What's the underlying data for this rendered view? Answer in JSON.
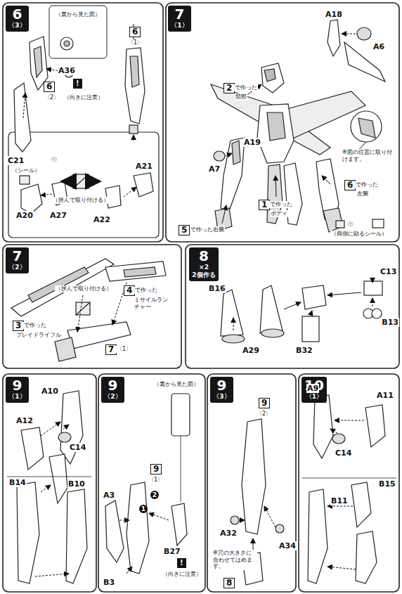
{
  "diagram": {
    "nodes": [
      {
        "text": [
          "6",
          "〈3〉"
        ]
      },
      {
        "text": [
          "7",
          "〈1〉"
        ]
      },
      {
        "text": [
          "7",
          "〈2〉"
        ]
      },
      {
        "text": [
          "8",
          "×2",
          "2個作る"
        ]
      },
      {
        "text": [
          "9",
          "〈1〉"
        ]
      },
      {
        "text": [
          "9",
          "〈2〉"
        ]
      },
      {
        "text": [
          "9",
          "〈3〉"
        ]
      },
      {
        "text": [
          "10",
          "〈1〉"
        ]
      }
    ],
    "labels": [
      "（裏から見た図）",
      "A36",
      "6",
      "〈2〉",
      "!",
      "（向きに注意）",
      "C21",
      "6",
      "〈1〉",
      "（シール）",
      "㋑",
      "（挟んで取り付ける）",
      "A20",
      "A27",
      "A21",
      "A22",
      "A18",
      "A6",
      "2",
      "で作った",
      "頭部",
      "A19",
      "A7",
      "1",
      "で作った",
      "ボディ",
      "5",
      "で作った右腕",
      "6",
      "で作った",
      "左腕",
      "※図の位置に取り付けます。",
      "㋑",
      "（両側に貼るシール）",
      "3",
      "で作った",
      "ブレイドライフル",
      "（挟んで取り付ける）",
      "4",
      "で作った",
      "ミサイルランチャー",
      "7",
      "〈1〉",
      "B16",
      "A29",
      "B32",
      "C13",
      "B13",
      "A10",
      "A12",
      "C14",
      "B14",
      "B10",
      "A3",
      "B3",
      "9",
      "〈1〉",
      "（裏から見た図）",
      "B27",
      "!",
      "（向きに注意）",
      "2",
      "1",
      "9",
      "〈2〉",
      "A32",
      "※穴の大きさに合わせてはめます。",
      "A34",
      "8",
      "A9",
      "A11",
      "C14",
      "B11",
      "B15"
    ]
  }
}
